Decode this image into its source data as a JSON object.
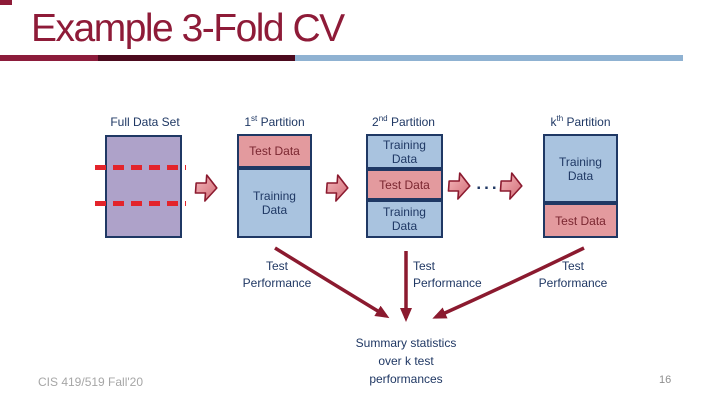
{
  "title": "Example 3-Fold CV",
  "columns": {
    "full": {
      "label": "Full Data Set"
    },
    "p1": {
      "num": "1",
      "sup": "st",
      "word": " Partition",
      "top": "Test Data",
      "bottom": "Training Data"
    },
    "p2": {
      "num": "2",
      "sup": "nd",
      "word": " Partition",
      "top": "Training Data",
      "mid": "Test Data",
      "bottom": "Training Data"
    },
    "pk": {
      "num": "k",
      "sup": "th",
      "word": " Partition",
      "top": "Training Data",
      "bottom": "Test Data"
    }
  },
  "dots": "...",
  "test_performance": {
    "tp1": "Test Performance",
    "tp2": "Test Performance",
    "tp3": "Test Performance"
  },
  "summary": {
    "line1": "Summary statistics",
    "line2": "over k test",
    "line3": "performances"
  },
  "footer": {
    "course": "CIS 419/519 Fall'20",
    "page": "16"
  },
  "colors": {
    "title_maroon": "#8E1B38",
    "bar_maroon": "#8C1C3B",
    "bar_dark_maroon": "#4C0A1E",
    "bar_light_blue": "#8FB2D2",
    "box_border_navy": "#1F3864",
    "fill_purple": "#AEA2C9",
    "fill_pink": "#E39A9E",
    "fill_blue": "#A9C3DF",
    "test_text": "#7A2630",
    "dash_red": "#E3242B",
    "arrow_dark_red": "#8B1A2F",
    "footer_gray": "#A6A6A6"
  }
}
